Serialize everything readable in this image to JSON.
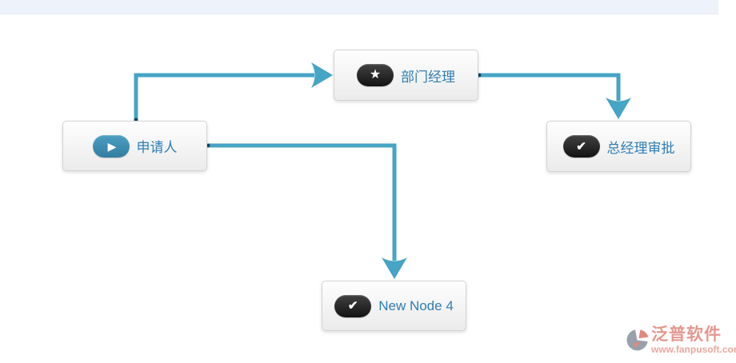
{
  "app": {
    "top_bar_color": "#eef2fb",
    "canvas_background": "#ffffff"
  },
  "diagram": {
    "accent_color": "#46a4c5",
    "endpoint_dot_color": "#16455c",
    "node_label_color": "#2e7eb5",
    "nodes": [
      {
        "id": "applicant",
        "label": "申请人",
        "icon": "play-icon",
        "icon_style": "teal"
      },
      {
        "id": "dept-manager",
        "label": "部门经理",
        "icon": "star-icon",
        "icon_style": "dark"
      },
      {
        "id": "gm-approval",
        "label": "总经理审批",
        "icon": "check-icon",
        "icon_style": "dark"
      },
      {
        "id": "new-node-4",
        "label": "New Node 4",
        "icon": "check-icon",
        "icon_style": "dark"
      }
    ],
    "connections": [
      {
        "from": "applicant",
        "to": "dept-manager"
      },
      {
        "from": "dept-manager",
        "to": "gm-approval"
      },
      {
        "from": "applicant",
        "to": "new-node-4"
      }
    ]
  },
  "icons": {
    "play": "▶",
    "star": "★",
    "check": "✔"
  },
  "watermark": {
    "brand": "泛普软件",
    "url": "www.fanpusoft.com",
    "brand_color": "#e5978e",
    "logo_gray": "#9aa0ab",
    "logo_salmon": "#df897e"
  }
}
